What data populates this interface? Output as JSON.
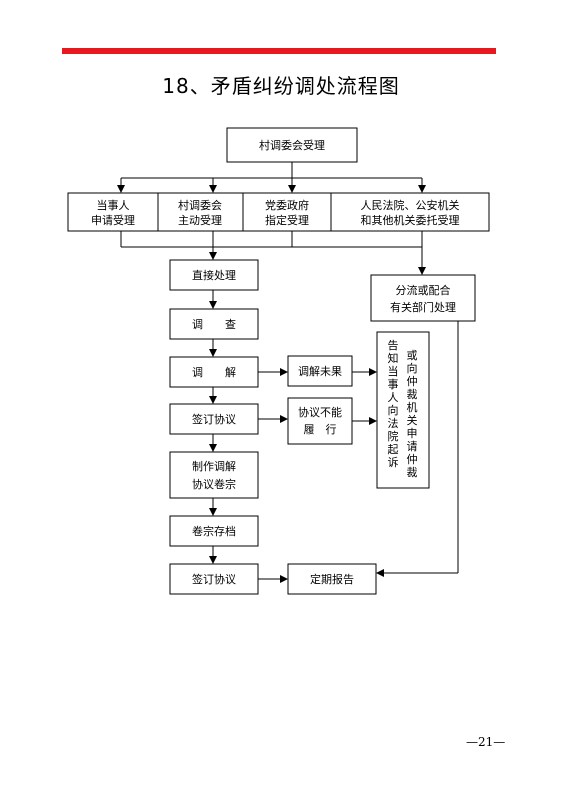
{
  "title": "18、矛盾纠纷调处流程图",
  "page_number": "—21—",
  "colors": {
    "top_rule": "#e8191e",
    "line": "#000000"
  },
  "nodes": {
    "village_accept": "村调委会受理",
    "party_apply": [
      "当事人",
      "申请受理"
    ],
    "village_active": [
      "村调委会",
      "主动受理"
    ],
    "party_gov_assign": [
      "党委政府",
      "指定受理"
    ],
    "court_police": [
      "人民法院、公安机关",
      "和其他机关委托受理"
    ],
    "direct_handle": "直接处理",
    "investigate": "调　　查",
    "mediate": "调　　解",
    "sign_agreement_1": "签订协议",
    "make_file": [
      "制作调解",
      "协议卷宗"
    ],
    "file_archive": "卷宗存档",
    "sign_agreement_2": "签订协议",
    "divert": [
      "分流或配合",
      "有关部门处理"
    ],
    "mediation_failed": "调解未果",
    "cannot_perform": [
      "协议不能",
      "履　行"
    ],
    "notify_col1": "告知当事人向法院起诉",
    "notify_col2": "或向仲裁机关申请仲裁",
    "regular_report": "定期报告"
  }
}
